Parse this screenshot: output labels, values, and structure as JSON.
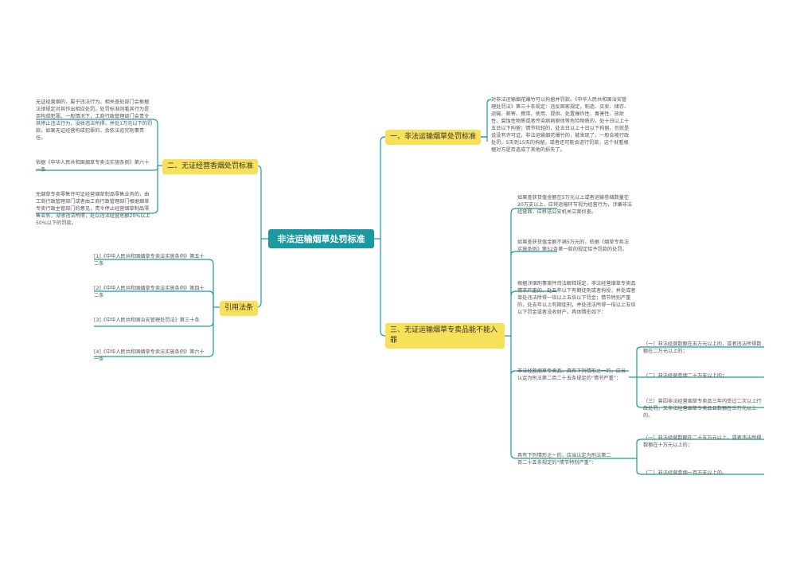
{
  "root": {
    "label": "非法运输烟草处罚标准"
  },
  "branches": {
    "b1": {
      "label": "一、非法运输烟草处罚标准",
      "leaves": [
        "对非法运输烟花爆竹可以拘留并罚款。《中华人民共和国治安管理处罚法》第三十条规定：违反国家规定，制造、买卖、储存、运输、邮寄、携带、使用、提供、处置爆炸性、毒害性、放射性、腐蚀性物质或者传染病病原体等危险物质的，处十日以上十五日以下拘留；情节较轻的，处五日以上十日以下拘留。也就是说没有许可证，非法运输烟花爆竹的，被发现了，一般会被行政处罚，5天到15天的拘留，或者还可能会进行罚款，这个就看根据对方是否造成了其他的损失了。"
      ]
    },
    "b2": {
      "label": "二、无证经营香烟处罚标准",
      "leaves": [
        "无证经营烟的，属于违法行为。相关查处部门会根据法律规定对其作出相应处罚。处罚标准则看其行为是否构成犯罪。一般情况下，工商行政管理部门会责令其停止违法行为，没收违法所得，并处1万元以下的罚款。如果无证经营构成犯罪的，会依法追究刑事责任。",
        "依据《中华人民共和国烟草专卖法实施条例》第六十一条",
        "无烟草专卖零售许可证经营烟草制品零售业务的，由工商行政管理部门或者由工商行政管理部门根据烟草专卖行政主管部门的意见，责令停止经营烟草制品零售业务，没收违法所得，处以违法经营总额20%以上50%以下的罚款。"
      ]
    },
    "b3": {
      "label": "引用法条",
      "leaves": [
        "[1]《中华人民共和国烟草专卖法实施条例》第五十二条",
        "[2]《中华人民共和国烟草专卖法实施条例》第四十二条",
        "[3]《中华人民共和国治安管理处罚法》第三十条",
        "[4]《中华人民共和国烟草专卖法实施条例》第六十一条"
      ]
    },
    "b4": {
      "label": "三、无证运输烟草专卖品能不能入罪",
      "leaves": [
        "如果查获货值金额在5万元以上或者运输卷烟数量在20万支以上，应将运输环节视为经营行为，涉嫌非法经营罪，应移送公安机关立案侦查。",
        "如果查获货值金额不满5万元的，依据《烟草专卖法实施条例》第52条第一款的规定给予罚款的处罚。",
        "根据涉烟刑事案件司法解释规定，非法经营烟草专卖品情节严重的，处五年以下有期徒刑或者拘役，并处或者单处违法所得一倍以上五倍以下罚金；情节特别严重的，处五年以上有期徒刑，并处违法所得一倍以上五倍以下罚金或者没收财产。具体情形如下：",
        "非法经营烟草专卖品，具有下列情形之一的，应当认定为刑法第二百二十五条规定的“情节严重”：",
        "具有下列情形之一的，应当认定为刑法第二百二十五条规定的“情节特别严重”："
      ],
      "sub_serious": [
        "（一）非法经营数额在五万元以上的，或者违法所得数额在二万元以上的；",
        "（二）非法经营卷烟二十万支以上的；",
        "（三）曾因非法经营烟草专卖品三年内受过二次以上行政处罚，又非法经营烟草专卖品且数额在三万元以上的。"
      ],
      "sub_especially": [
        "（一）非法经营数额在二十五万元以上，或者违法所得数额在十万元以上的；",
        "（二）非法经营卷烟一百万支以上的。"
      ]
    }
  },
  "colors": {
    "root": "#1a9aa0",
    "branch": "#f8e15a",
    "line": "#1a9aa0"
  }
}
